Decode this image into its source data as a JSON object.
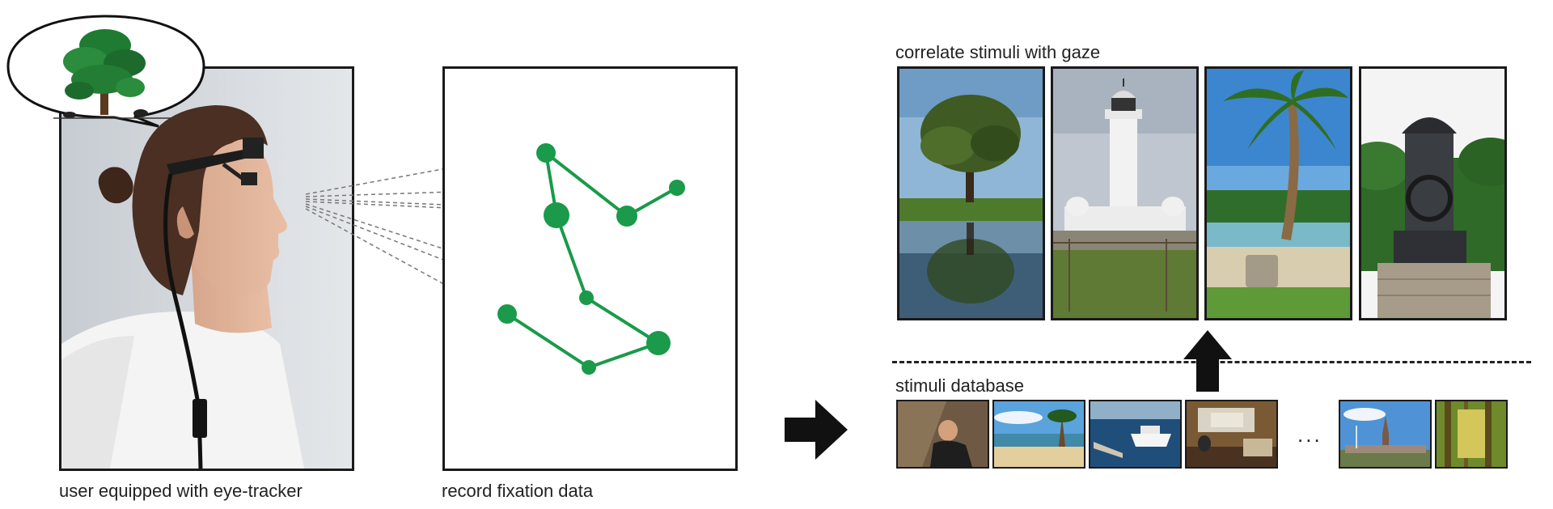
{
  "captions": {
    "user": "user equipped with eye-tracker",
    "record": "record fixation data",
    "correlate": "correlate stimuli with gaze",
    "database": "stimuli database",
    "ellipsis": "..."
  },
  "colors": {
    "fixation": "#1a9a4a",
    "frame": "#1a1a1a",
    "arrow": "#111111"
  },
  "icons": {
    "thought": "thought-bubble-tree-icon",
    "process_arrow": "right-arrow-icon",
    "select_arrow": "up-arrow-icon"
  },
  "stimuli_selected": [
    "tree-reflection-photo",
    "lighthouse-photo",
    "palm-beach-photo",
    "monument-photo"
  ],
  "stimuli_database": [
    "climber-photo",
    "beach-photo",
    "harbor-boats-photo",
    "office-room-photo",
    "village-church-photo",
    "forest-path-photo"
  ]
}
